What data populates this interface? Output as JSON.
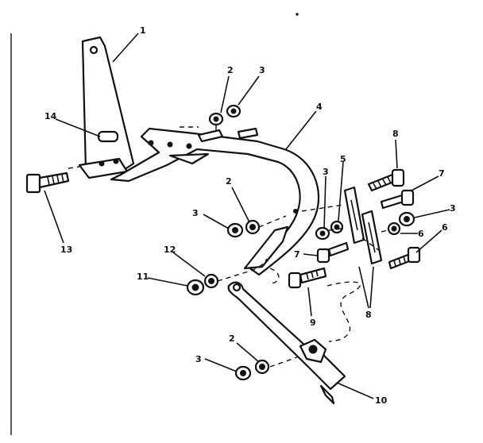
{
  "diagram": {
    "callouts": [
      {
        "id": "c1",
        "text": "1"
      },
      {
        "id": "c2a",
        "text": "2"
      },
      {
        "id": "c3a",
        "text": "3"
      },
      {
        "id": "c4",
        "text": "4"
      },
      {
        "id": "c14",
        "text": "14"
      },
      {
        "id": "c13",
        "text": "13"
      },
      {
        "id": "c2b",
        "text": "2"
      },
      {
        "id": "c3b",
        "text": "3"
      },
      {
        "id": "c12",
        "text": "12"
      },
      {
        "id": "c11",
        "text": "11"
      },
      {
        "id": "c9",
        "text": "9"
      },
      {
        "id": "c3c",
        "text": "3"
      },
      {
        "id": "c5",
        "text": "5"
      },
      {
        "id": "c8a",
        "text": "8"
      },
      {
        "id": "c7a",
        "text": "7"
      },
      {
        "id": "c3d",
        "text": "3"
      },
      {
        "id": "c6a",
        "text": "6"
      },
      {
        "id": "c6b",
        "text": "6"
      },
      {
        "id": "c7b",
        "text": "7"
      },
      {
        "id": "c8b",
        "text": "8"
      },
      {
        "id": "c2c",
        "text": "2"
      },
      {
        "id": "c3e",
        "text": "3"
      },
      {
        "id": "c10",
        "text": "10"
      }
    ]
  }
}
